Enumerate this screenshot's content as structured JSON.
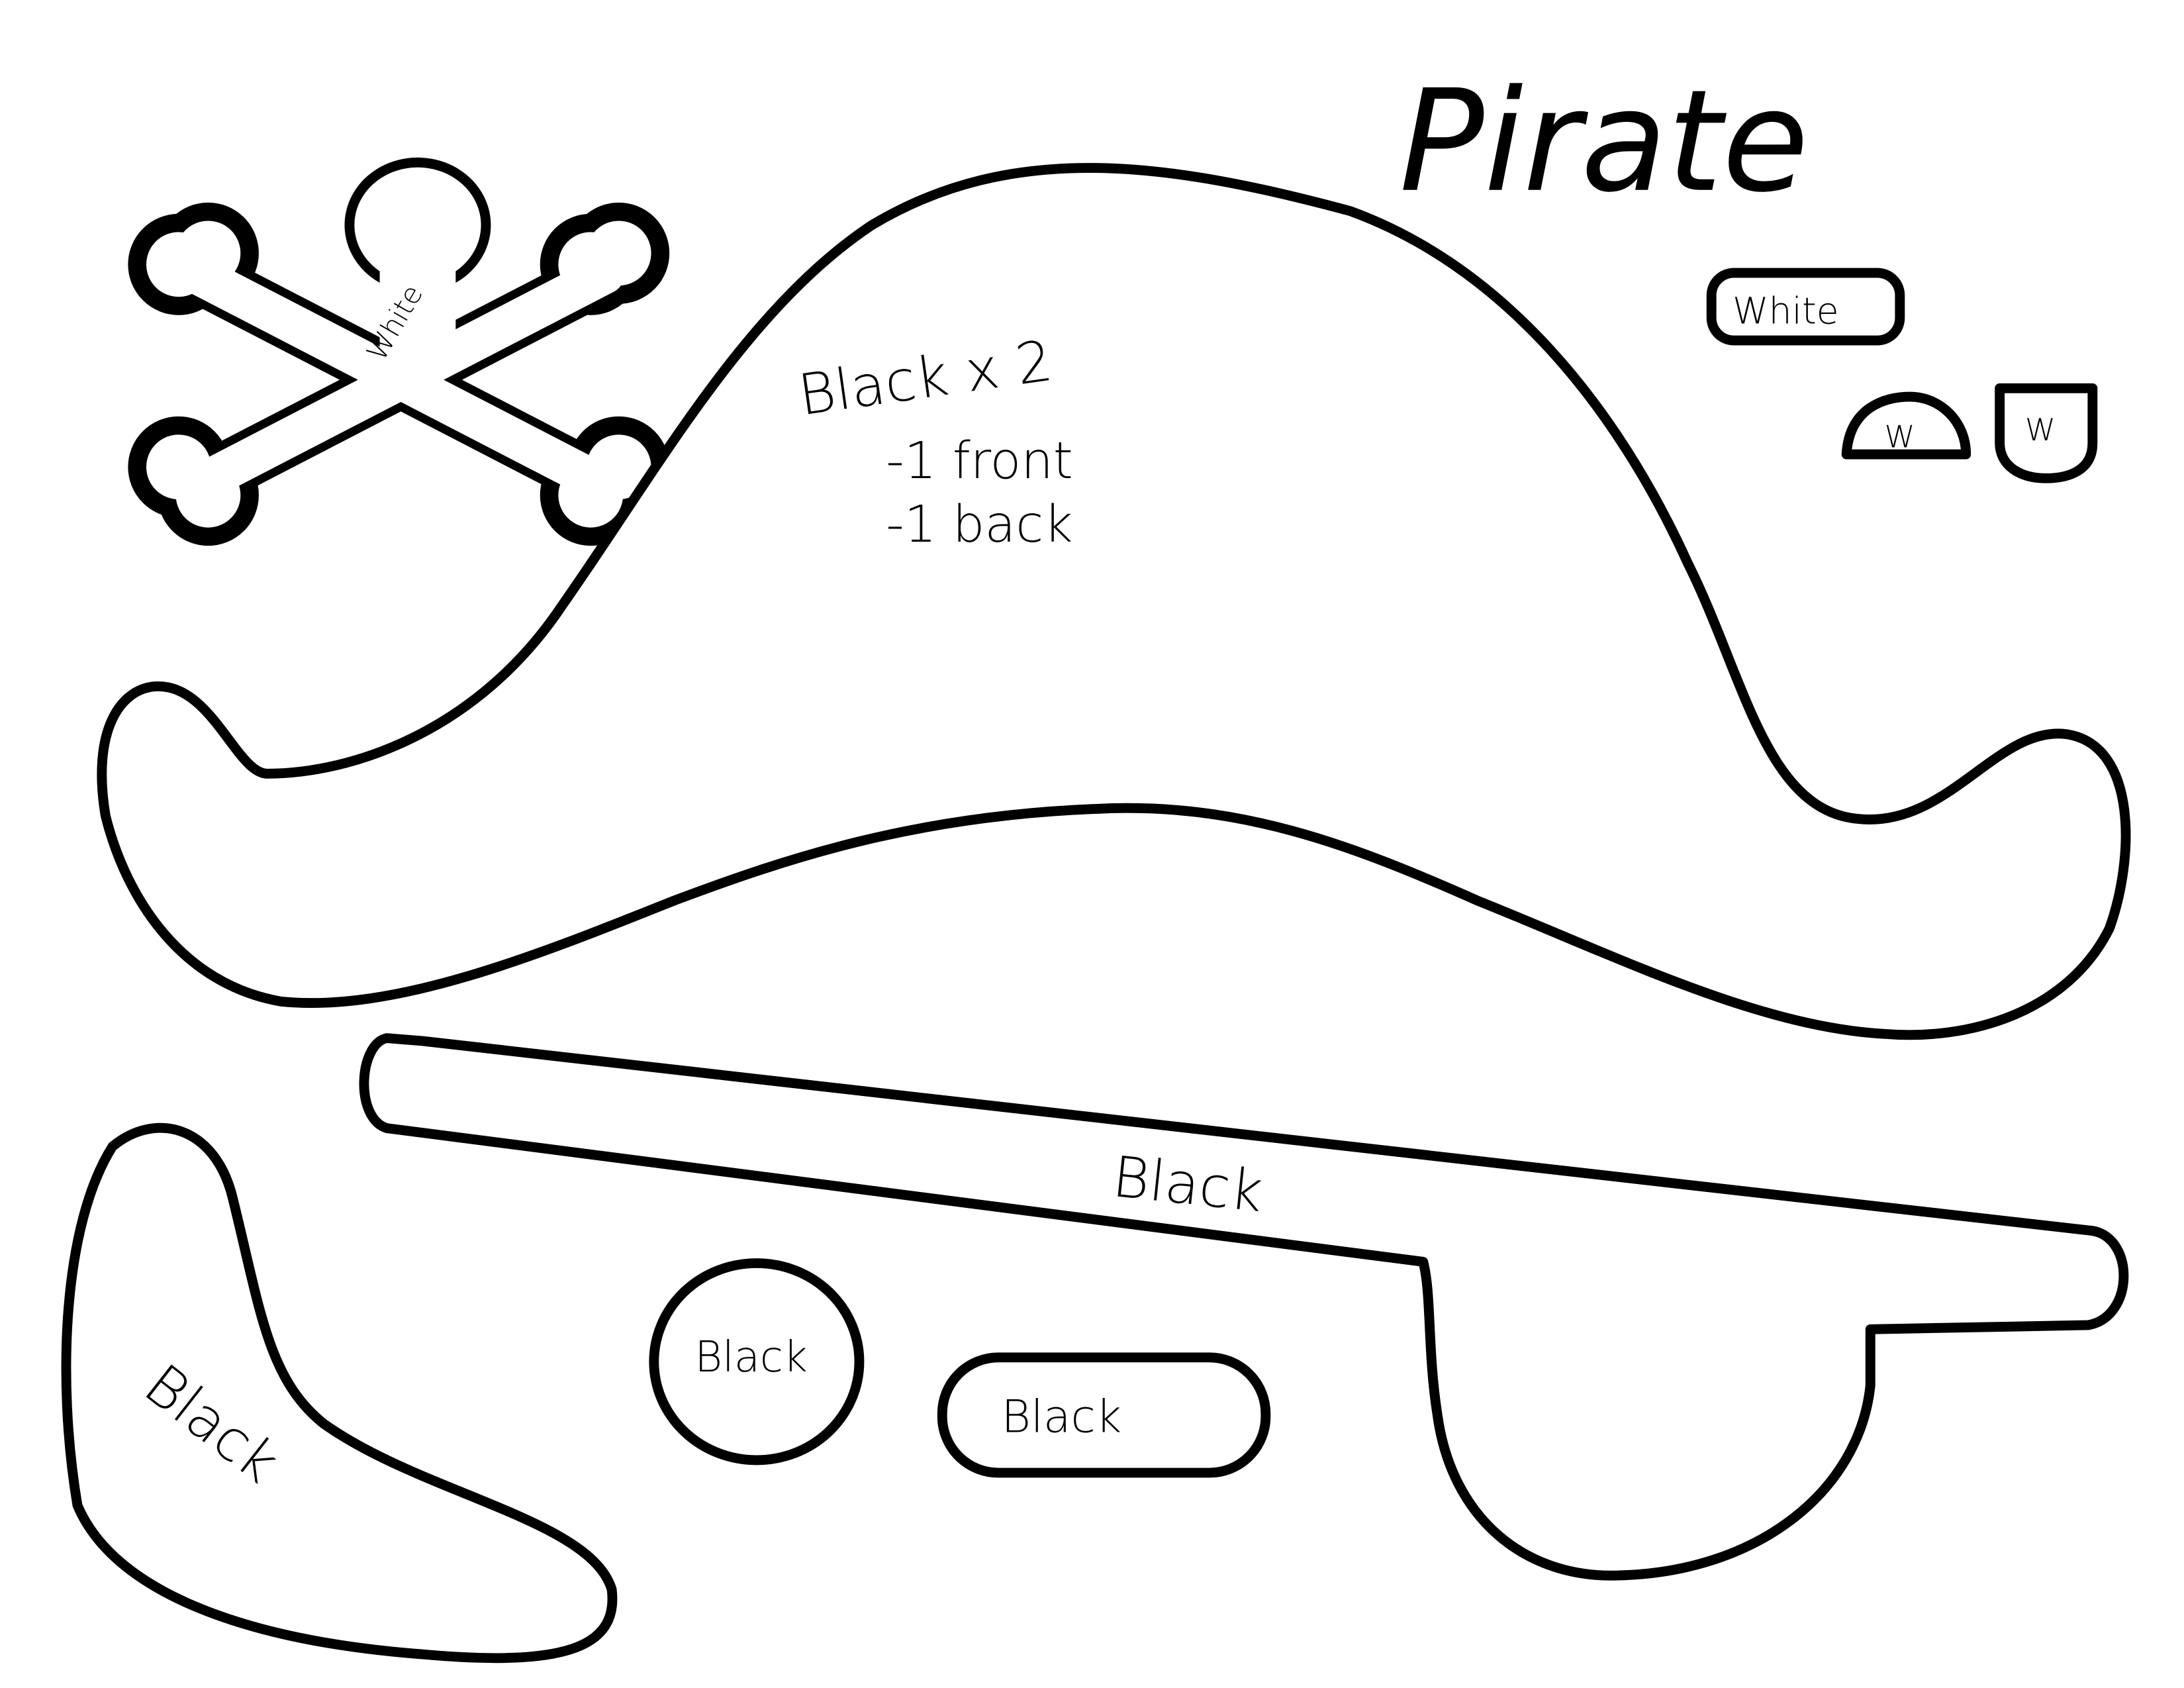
{
  "title": "Pirate",
  "pieces": {
    "crossbones_label": "White",
    "hat_label": "Black x 2",
    "hat_note_front": "-1 front",
    "hat_note_back": "-1 back",
    "band_label": "Black",
    "teeth_label": "White",
    "eye_half_label": "W",
    "eye_shield_label": "W",
    "feather_label": "Black",
    "circle_label": "Black",
    "oval_label": "Black"
  },
  "colors": {
    "ink": "#000000",
    "paper": "#ffffff"
  }
}
